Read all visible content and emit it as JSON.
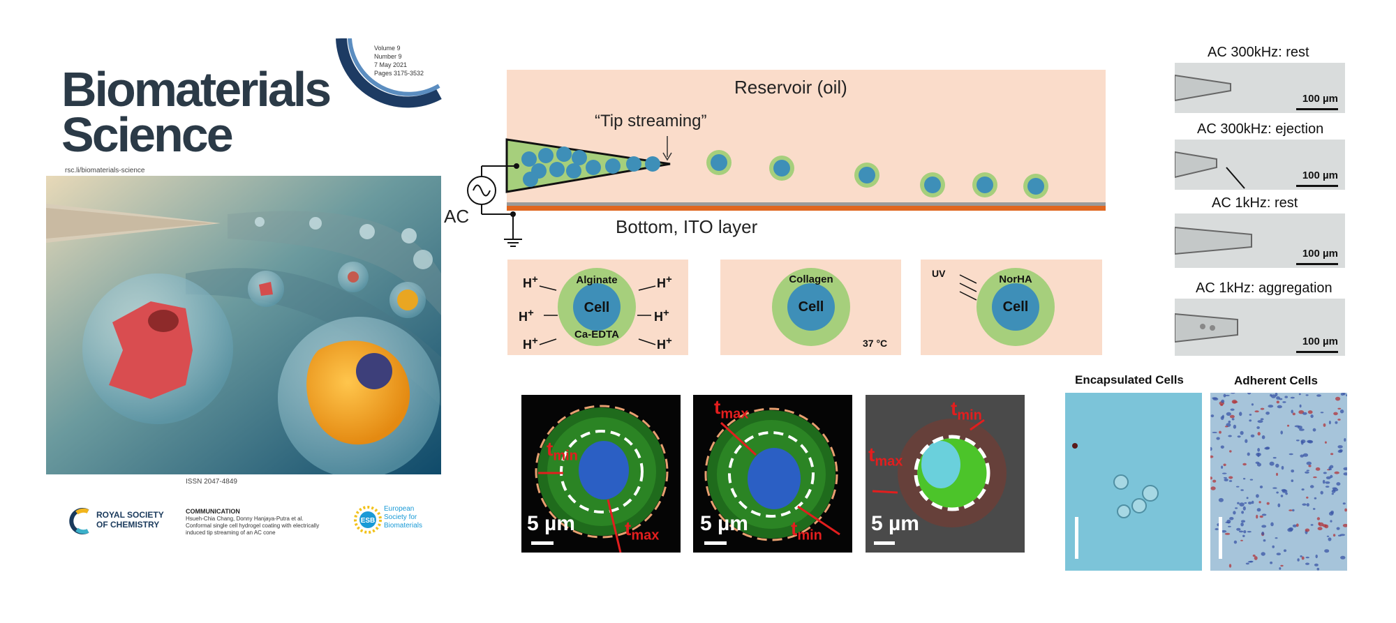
{
  "cover": {
    "title_line1": "Biomaterials",
    "title_line2": "Science",
    "volume": "Volume 9",
    "number": "Number 9",
    "date": "7 May 2021",
    "pages": "Pages 3175-3532",
    "url": "rsc.li/biomaterials-science",
    "issn": "ISSN 2047-4849",
    "rsc_line1": "ROYAL SOCIETY",
    "rsc_line2": "OF CHEMISTRY",
    "comm_label": "COMMUNICATION",
    "comm_authors": "Hsueh-Chia Chang, Donny Hanjaya-Putra et al.",
    "comm_title": "Conformal single cell hydrogel coating with electrically induced tip streaming of an AC cone",
    "esb_line1": "European",
    "esb_line2": "Society for",
    "esb_line3": "Biomaterials",
    "colors": {
      "title": "#2b3a47",
      "arc_dark": "#1d3b63",
      "arc_light": "#5b8dc0"
    }
  },
  "schematic": {
    "reservoir": "Reservoir (oil)",
    "tip_streaming": "“Tip streaming”",
    "bottom": "Bottom, ITO layer",
    "ac": "AC",
    "colors": {
      "oil": "#fadcca",
      "hydrogel": "#a6cf7c",
      "ito": "#e0661f"
    }
  },
  "panels": {
    "alginate": {
      "top": "Alginate",
      "cell": "Cell",
      "bottom": "Ca-EDTA",
      "ion": "H",
      "ion_sup": "+"
    },
    "collagen": {
      "top": "Collagen",
      "cell": "Cell",
      "temp": "37 °C"
    },
    "norha": {
      "top": "NorHA",
      "cell": "Cell",
      "uv": "UV"
    }
  },
  "micrographs": {
    "scale": "5 µm",
    "t": "t",
    "max": "max",
    "min": "min"
  },
  "ac_images": {
    "titles": [
      "AC 300kHz: rest",
      "AC 300kHz: ejection",
      "AC 1kHz: rest",
      "AC 1kHz: aggregation"
    ],
    "scale": "100 µm"
  },
  "cells": {
    "encapsulated": "Encapsulated Cells",
    "adherent": "Adherent Cells"
  }
}
